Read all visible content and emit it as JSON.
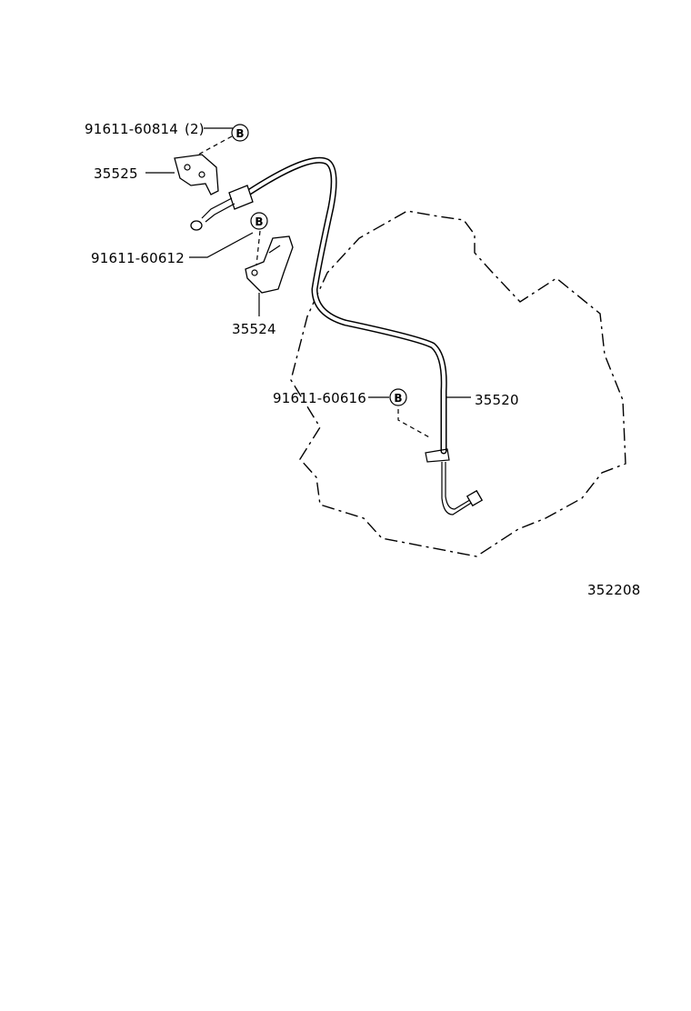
{
  "diagram": {
    "callouts": {
      "bolt_top": {
        "part_no": "91611-60814",
        "qty": "(2)",
        "ref": "B"
      },
      "bracket_upper": {
        "part_no": "35525"
      },
      "bolt_mid": {
        "part_no": "91611-60612",
        "ref": "B"
      },
      "bracket_lower": {
        "part_no": "35524"
      },
      "bolt_low": {
        "part_no": "91611-60616",
        "ref": "B"
      },
      "cable": {
        "part_no": "35520"
      }
    },
    "figure_number": "352208"
  }
}
